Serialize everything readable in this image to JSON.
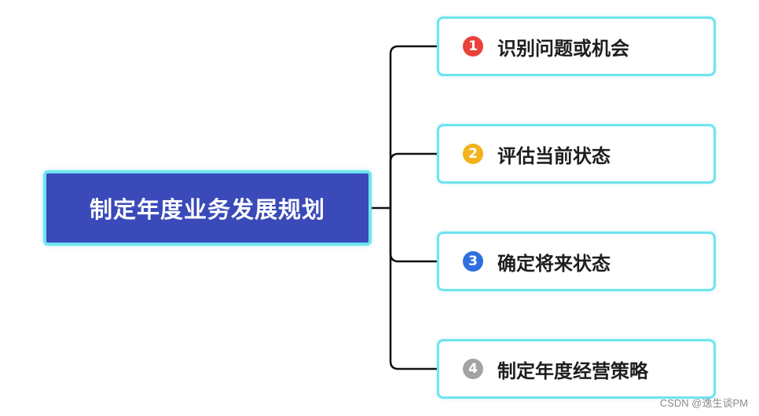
{
  "root": {
    "label": "制定年度业务发展规划"
  },
  "branches": [
    {
      "number": "1",
      "label": "识别问题或机会",
      "badge_color": "#e8413a"
    },
    {
      "number": "2",
      "label": "评估当前状态",
      "badge_color": "#f2b31b"
    },
    {
      "number": "3",
      "label": "确定将来状态",
      "badge_color": "#2f6fe0"
    },
    {
      "number": "4",
      "label": "制定年度经营策略",
      "badge_color": "#a3a3a3"
    }
  ],
  "colors": {
    "root_fill": "#3a4ab8",
    "node_border": "#6fe4f0",
    "connector": "#111111"
  },
  "watermark": "CSDN @逸生谈PM"
}
